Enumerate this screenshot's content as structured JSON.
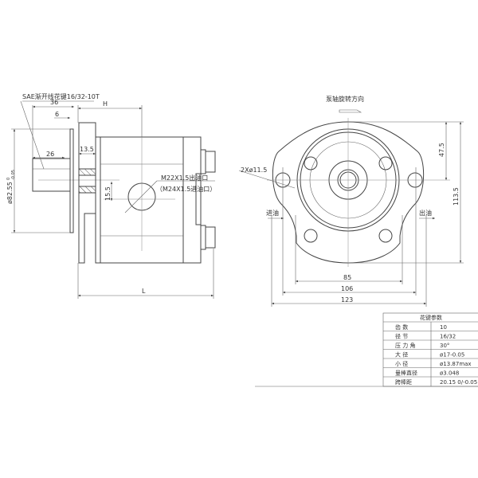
{
  "side_view": {
    "spline_note": "SAE渐开线花键16/32-10T",
    "dim_36": "36",
    "dim_6": "6",
    "dim_H": "H",
    "dim_26": "26",
    "dim_13_5": "13.5",
    "dim_15_5": "15.5",
    "dim_diameter": "ø82.55",
    "dim_diameter_tol_upper": "0",
    "dim_diameter_tol_lower": "-0.05",
    "port_outlet": "M22X1.5出油口",
    "port_inlet": "（M24X1.5进油口）",
    "dim_L": "L"
  },
  "front_view": {
    "rotation_label": "泵轴旋转方向",
    "holes": "2Xø11.5",
    "inlet": "进油",
    "outlet": "出油",
    "dim_85": "85",
    "dim_106": "106",
    "dim_123": "123",
    "dim_47_5": "47.5",
    "dim_113_5": "113.5"
  },
  "spline_table": {
    "title": "花键参数",
    "rows": [
      {
        "label": "齿 数",
        "value": "10"
      },
      {
        "label": "径 节",
        "value": "16/32"
      },
      {
        "label": "压 力 角",
        "value": "30°"
      },
      {
        "label": "大 径",
        "value": "ø17-0.05"
      },
      {
        "label": "小 径",
        "value": "ø13.87max"
      },
      {
        "label": "量棒直径",
        "value": "ø3.048"
      },
      {
        "label": "跨棒距",
        "value": "20.15 0/-0.05"
      }
    ]
  }
}
